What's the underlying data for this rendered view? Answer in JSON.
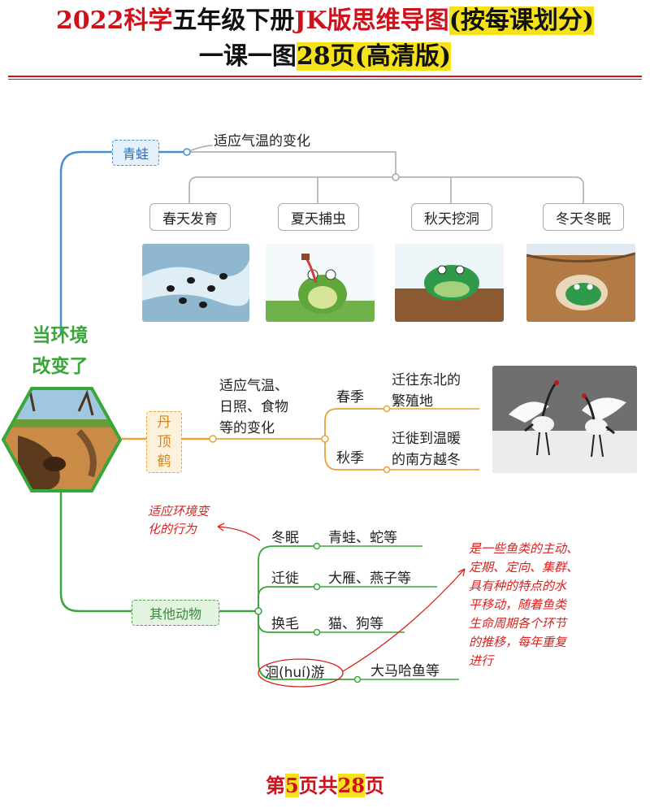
{
  "header": {
    "title_line1_a": "2022科学",
    "title_line1_b": "五年级下册",
    "title_line1_c": "JK版思维导图",
    "title_line1_d": "(按每课划分)",
    "title_line2_a": "一课一图",
    "title_line2_b": "28页(高清版)"
  },
  "center": {
    "line1": "当环境",
    "line2": "改变了"
  },
  "frog": {
    "label": "青蛙",
    "adapt": "适应气温的变化",
    "seasons": [
      "春天发育",
      "夏天捕虫",
      "秋天挖洞",
      "冬天冬眠"
    ]
  },
  "crane": {
    "label_1": "丹",
    "label_2": "顶",
    "label_3": "鹤",
    "cause_1": "适应气温、",
    "cause_2": "日照、食物",
    "cause_3": "等的变化",
    "spring": "春季",
    "spring_desc_1": "迁往东北的",
    "spring_desc_2": "繁殖地",
    "autumn": "秋季",
    "autumn_desc_1": "迁徙到温暖",
    "autumn_desc_2": "的南方越冬"
  },
  "others": {
    "label": "其他动物",
    "items": [
      {
        "name": "冬眠",
        "example": "青蛙、蛇等"
      },
      {
        "name": "迁徙",
        "example": "大雁、燕子等"
      },
      {
        "name": "换毛",
        "example": "猫、狗等"
      },
      {
        "name": "洄(huí)游",
        "example": "大马哈鱼等"
      }
    ]
  },
  "notes": {
    "behavior_1": "适应环境变",
    "behavior_2": "化的行为",
    "migration": [
      "是一些鱼类的主动、",
      "定期、定向、集群、",
      "具有种的特点的水",
      "平移动，随着鱼类",
      "生命周期各个环节",
      "的推移，每年重复",
      "进行"
    ]
  },
  "footer": {
    "a": "第",
    "b": "5",
    "c": "页共",
    "d": "28",
    "e": "页"
  },
  "colors": {
    "red": "#d0101b",
    "blue": "#4c8fd0",
    "orange": "#e8a23a",
    "green": "#3aa63a",
    "highlight": "#f5e21a"
  }
}
